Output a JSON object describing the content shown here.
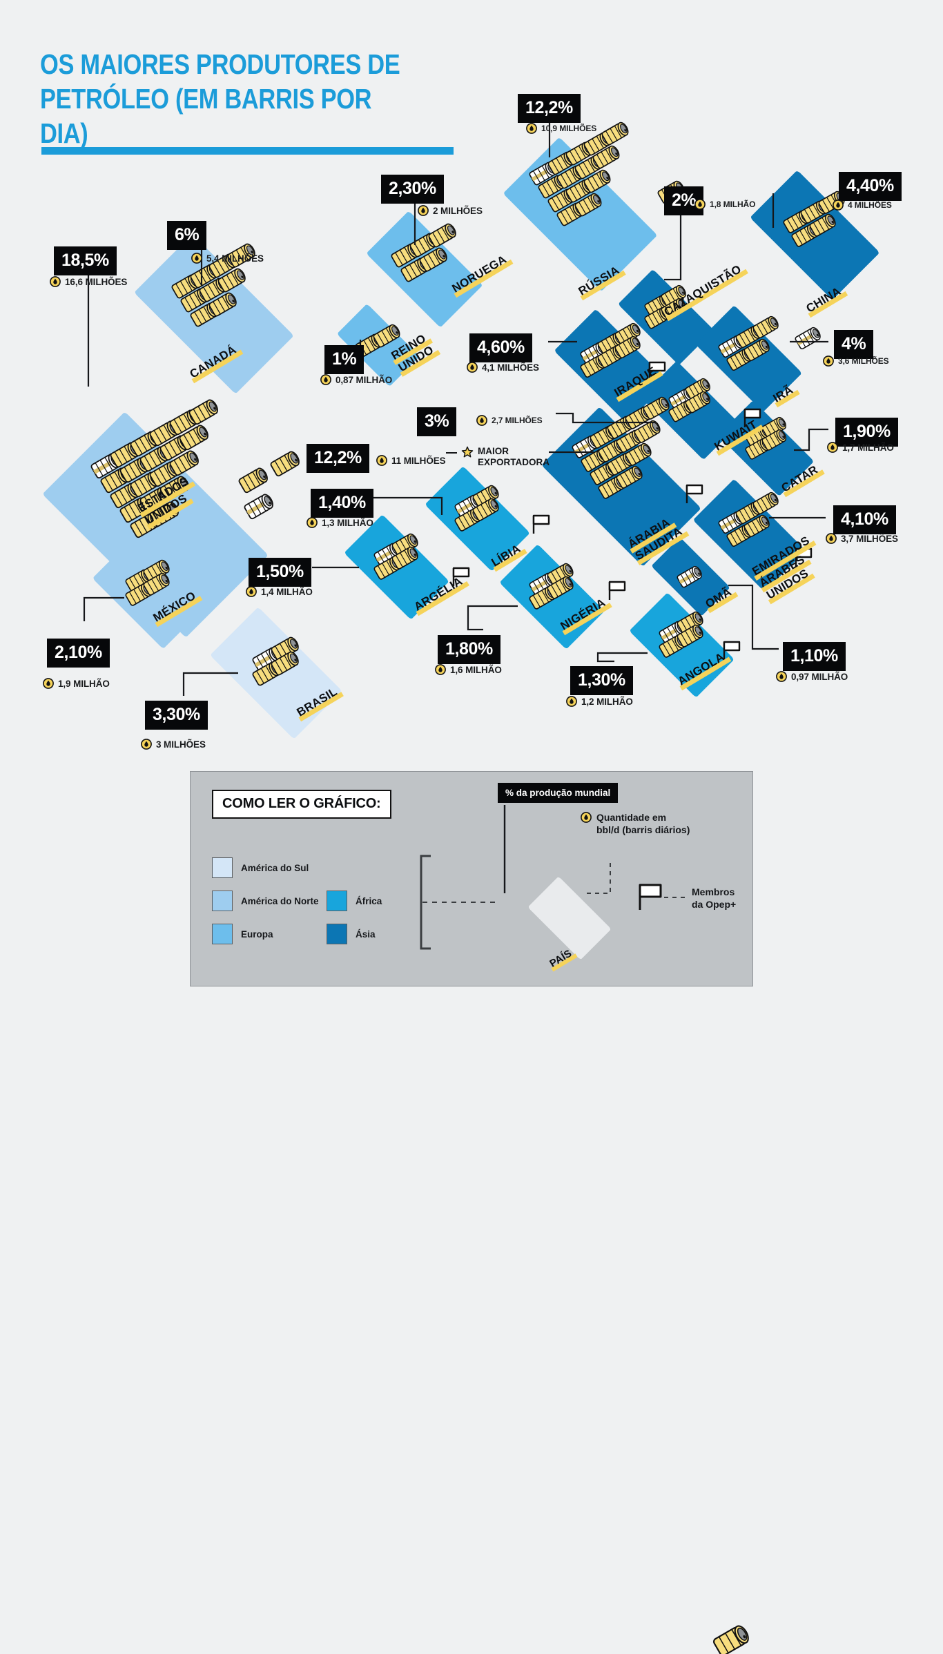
{
  "title": {
    "line1": "OS MAIORES PRODUTORES DE",
    "line2": "PETRÓLEO (EM BARRIS POR DIA)"
  },
  "chart_data": {
    "type": "bar",
    "title": "OS MAIORES PRODUTORES DE PETRÓLEO (EM BARRIS POR DIA)",
    "xlabel": "País",
    "ylabel": "% da produção mundial",
    "unit": "milhões de bbl/d",
    "categories": [
      "Estados Unidos",
      "Canadá",
      "México",
      "Brasil",
      "Reino Unido",
      "Noruega",
      "Rússia",
      "Cazaquistão",
      "China",
      "Irã",
      "Iraque",
      "Arábia Saudita",
      "Kuwait",
      "Catar",
      "Emirados Árabes Unidos",
      "Omã",
      "Argélia",
      "Líbia",
      "Nigéria",
      "Angola"
    ],
    "series": [
      {
        "name": "% da produção mundial",
        "values": [
          18.5,
          6,
          2.1,
          3.3,
          1,
          2.3,
          12.2,
          2,
          4.4,
          4,
          4.6,
          12.2,
          3,
          1.9,
          4.1,
          1.1,
          1.5,
          1.4,
          1.8,
          1.3
        ]
      },
      {
        "name": "Quantidade (milhões bbl/d)",
        "values": [
          16.6,
          5.4,
          1.9,
          3,
          0.87,
          2,
          10.9,
          1.8,
          4,
          3.6,
          4.1,
          11,
          2.7,
          1.7,
          3.7,
          0.97,
          1.4,
          1.3,
          1.6,
          1.2
        ]
      }
    ]
  },
  "countries": [
    {
      "id": "estados-unidos",
      "name": "ESTADOS\nUNIDOS",
      "name1": "ESTADOS",
      "name2": "UNIDOS",
      "pct": "18,5%",
      "amount": "16,6 MILHÕES",
      "region": "america-do-norte",
      "opep": false,
      "star": false
    },
    {
      "id": "canada",
      "name": "CANADÁ",
      "name1": "CANADÁ",
      "pct": "6%",
      "amount": "5,4 MILHÕES",
      "region": "america-do-norte",
      "opep": false,
      "star": false
    },
    {
      "id": "mexico",
      "name": "MÉXICO",
      "name1": "MÉXICO",
      "pct": "2,10%",
      "amount": "1,9 MILHÃO",
      "region": "america-do-norte",
      "opep": false,
      "star": false
    },
    {
      "id": "brasil",
      "name": "BRASIL",
      "name1": "BRASIL",
      "pct": "3,30%",
      "amount": "3 MILHÕES",
      "region": "america-do-sul",
      "opep": false,
      "star": false
    },
    {
      "id": "reino-unido",
      "name": "REINO\nUNIDO",
      "name1": "REINO",
      "name2": "UNIDO",
      "pct": "1%",
      "amount": "0,87 MILHÃO",
      "region": "europa",
      "opep": false,
      "star": false
    },
    {
      "id": "noruega",
      "name": "NORUEGA",
      "name1": "NORUEGA",
      "pct": "2,30%",
      "amount": "2 MILHÕES",
      "region": "europa",
      "opep": false,
      "star": false
    },
    {
      "id": "russia",
      "name": "RÚSSIA",
      "name1": "RÚSSIA",
      "pct": "12,2%",
      "amount": "10,9 MILHÕES",
      "region": "europa",
      "opep": false,
      "star": false
    },
    {
      "id": "cazaquistao",
      "name": "CAZAQUISTÃO",
      "name1": "CAZAQUISTÃO",
      "pct": "2%",
      "amount": "1,8 MILHÃO",
      "region": "asia",
      "opep": false,
      "star": false
    },
    {
      "id": "china",
      "name": "CHINA",
      "name1": "CHINA",
      "pct": "4,40%",
      "amount": "4 MILHÕES",
      "region": "asia",
      "opep": false,
      "star": false
    },
    {
      "id": "ira",
      "name": "IRÃ",
      "name1": "IRÃ",
      "pct": "4%",
      "amount": "3,6 MILHÕES",
      "region": "asia",
      "opep": false,
      "star": false
    },
    {
      "id": "iraque",
      "name": "IRAQUE",
      "name1": "IRAQUE",
      "pct": "4,60%",
      "amount": "4,1 MILHÕES",
      "region": "asia",
      "opep": true,
      "star": false
    },
    {
      "id": "arabia-saudita",
      "name": "ÁRABIA\nSAUDITA",
      "name1": "ÁRABIA",
      "name2": "SAUDITA",
      "pct": "12,2%",
      "amount": "11 MILHÕES",
      "region": "asia",
      "opep": true,
      "star": true,
      "star_label_1": "MAIOR",
      "star_label_2": "EXPORTADORA"
    },
    {
      "id": "kuwait",
      "name": "KUWAIT",
      "name1": "KUWAIT",
      "pct": "3%",
      "amount": "2,7 MILHÕES",
      "region": "asia",
      "opep": true,
      "star": false
    },
    {
      "id": "catar",
      "name": "CATAR",
      "name1": "CATAR",
      "pct": "1,90%",
      "amount": "1,7 MILHÃO",
      "region": "asia",
      "opep": false,
      "star": false
    },
    {
      "id": "emirados",
      "name": "EMIRADOS\nÁRABES\nUNIDOS",
      "name1": "EMIRADOS",
      "name2": "ÁRABES",
      "name3": "UNIDOS",
      "pct": "4,10%",
      "amount": "3,7 MILHÕES",
      "region": "asia",
      "opep": true,
      "star": false
    },
    {
      "id": "oma",
      "name": "OMÃ",
      "name1": "OMÃ",
      "pct": "1,10%",
      "amount": "0,97 MILHÃO",
      "region": "asia",
      "opep": false,
      "star": false
    },
    {
      "id": "argelia",
      "name": "ARGÉLIA",
      "name1": "ARGÉLIA",
      "pct": "1,50%",
      "amount": "1,4 MILHÃO",
      "region": "africa",
      "opep": true,
      "star": false
    },
    {
      "id": "libia",
      "name": "LÍBIA",
      "name1": "LÍBIA",
      "pct": "1,40%",
      "amount": "1,3 MILHÃO",
      "region": "africa",
      "opep": true,
      "star": false
    },
    {
      "id": "nigeria",
      "name": "NIGÉRIA",
      "name1": "NIGÉRIA",
      "pct": "1,80%",
      "amount": "1,6 MILHÃO",
      "region": "africa",
      "opep": true,
      "star": false
    },
    {
      "id": "angola",
      "name": "ANGOLA",
      "name1": "ANGOLA",
      "pct": "1,30%",
      "amount": "1,2 MILHÃO",
      "region": "africa",
      "opep": true,
      "star": false
    }
  ],
  "legend": {
    "title": "COMO LER O GRÁFICO:",
    "regions": [
      {
        "key": "america-do-sul",
        "label": "América do Sul",
        "color": "#d4e6f7"
      },
      {
        "key": "america-do-norte",
        "label": "América do Norte",
        "color": "#9ecdef"
      },
      {
        "key": "europa",
        "label": "Europa",
        "color": "#6dbeec"
      },
      {
        "key": "africa",
        "label": "África",
        "color": "#18a5dc"
      },
      {
        "key": "asia",
        "label": "Ásia",
        "color": "#0c76b4"
      }
    ],
    "pct_note": "% da produção mundial",
    "qty_note": "Quantidade em bbl/d (barris diários)",
    "opep_note_1": "Membros",
    "opep_note_2": "da Opep+",
    "country_placeholder": "PAÍS"
  },
  "colors": {
    "accent": "#1b9cd9",
    "barrel": "#f7dd7e",
    "barrel_highlight": "#ffffff",
    "callout_bg": "#07080a",
    "callout_fg": "#ffffff",
    "page_bg": "#eff1f2",
    "legend_bg": "#bfc3c6",
    "label_highlight": "#f5d35a"
  }
}
